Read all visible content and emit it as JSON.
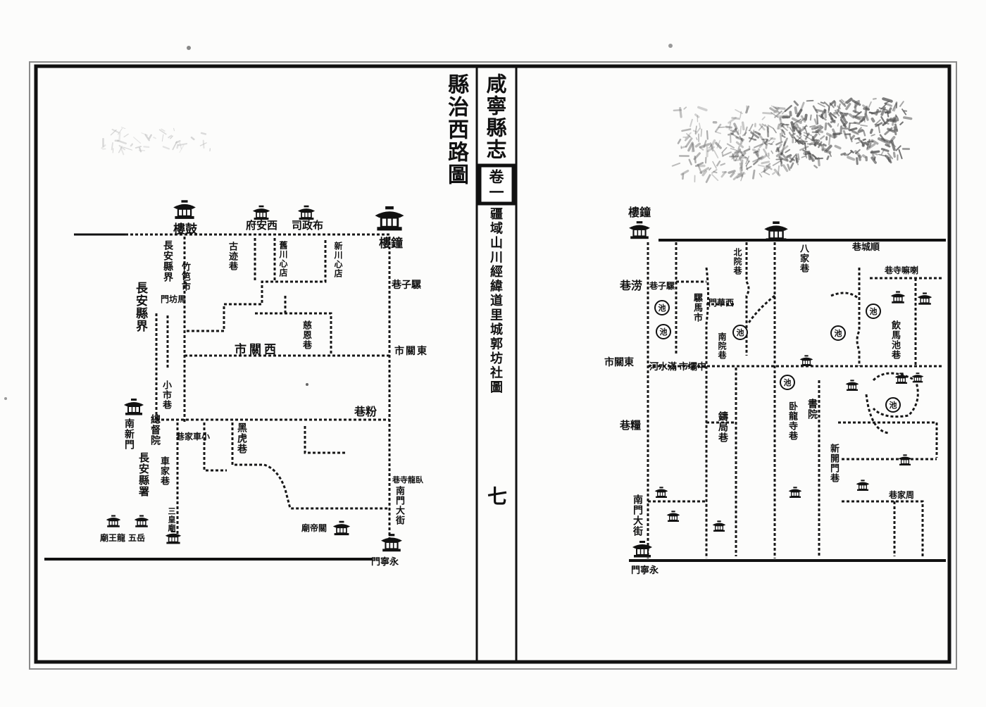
{
  "book": {
    "title": "咸寧縣志",
    "volume": "卷一",
    "section": "疆域山川經緯道里城郭坊社圖",
    "page": "七"
  },
  "left_map": {
    "title": "縣治西路圖",
    "drum_tower": "鼓樓",
    "xian_fu": "西安府",
    "buzheng_si": "布政司",
    "bell_tower": "鐘樓",
    "changan_border_a": "長安縣界",
    "zhuba_shi": "竹笆市",
    "changan_border_b": "長安縣界",
    "mafang_men": "馬坊門",
    "guji_xiang": "古迹巷",
    "jiuchuan_dian": "舊川心店",
    "xinchuan_dian": "新川心店",
    "luozi_xiang": "騾子巷",
    "xiguan_shi": "西關市",
    "dongguan_shi": "東關市",
    "ci_en_xiang": "慈恩巷",
    "xiaoshi_xiang": "小市巷",
    "zongdu_yuan": "總督院",
    "nan_xin_men": "南新門",
    "changan_shu": "長安縣署",
    "chejia_xiang": "車家巷",
    "xiao_chejia_xiang": "小車家巷",
    "fen_xiang": "粉巷",
    "heihu_xiang": "黑虎巷",
    "wolongsi_xiang": "臥龍寺巷",
    "nanmen_dajie": "南門大街",
    "sanhuang_miao": "三皇廟",
    "wuyue": "五岳",
    "longwang_miao": "龍王廟",
    "guandi_miao": "關帝廟",
    "yongning_men": "永寧門"
  },
  "right_map": {
    "bell_tower": "鐘樓",
    "beiyuan_xiang": "北院巷",
    "bajia_xiang": "八家巷",
    "shuncheng_xiang": "順城巷",
    "lama_si_xiang": "喇嘛寺巷",
    "lao_xiang": "涝巷",
    "luozi_xiang": "騾子巷",
    "luoma_shi": "騾馬市",
    "xihua_men": "西華門",
    "nanyuan_xiang": "南院巷",
    "dongguan_shi": "東關市",
    "manshui_he": "滿水河",
    "zhongba_shi": "中壩市",
    "zhuju_xiang": "鑄局巷",
    "wolongsi_xiang": "卧龍寺巷",
    "shuyuan": "書院",
    "xinkaimen_xiang": "新開門巷",
    "liang_xiang": "糧巷",
    "nanmen_dajie": "南門大街",
    "yongning_men": "永寧門",
    "zhoujia_xiang": "周家巷",
    "yinmachi_xiang": "飲馬池巷",
    "pond_mark": "池"
  },
  "colors": {
    "ink": "#111111",
    "paper": "#fcfcfb",
    "smudge": "#555555"
  }
}
